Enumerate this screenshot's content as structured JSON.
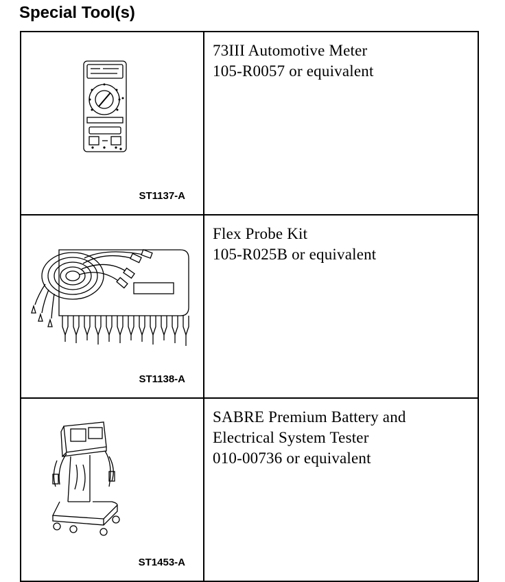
{
  "page": {
    "title": "Special Tool(s)"
  },
  "tools": [
    {
      "illustration": "digital-multimeter-drawing",
      "code": "ST1137-A",
      "lines": [
        "73III Automotive Meter",
        "105-R0057 or equivalent"
      ]
    },
    {
      "illustration": "flex-probe-kit-drawing",
      "code": "ST1138-A",
      "lines": [
        "Flex Probe Kit",
        "105-R025B or equivalent"
      ]
    },
    {
      "illustration": "battery-tester-cart-drawing",
      "code": "ST1453-A",
      "lines": [
        "SABRE Premium Battery and",
        "Electrical System Tester",
        "010-00736 or equivalent"
      ]
    }
  ]
}
